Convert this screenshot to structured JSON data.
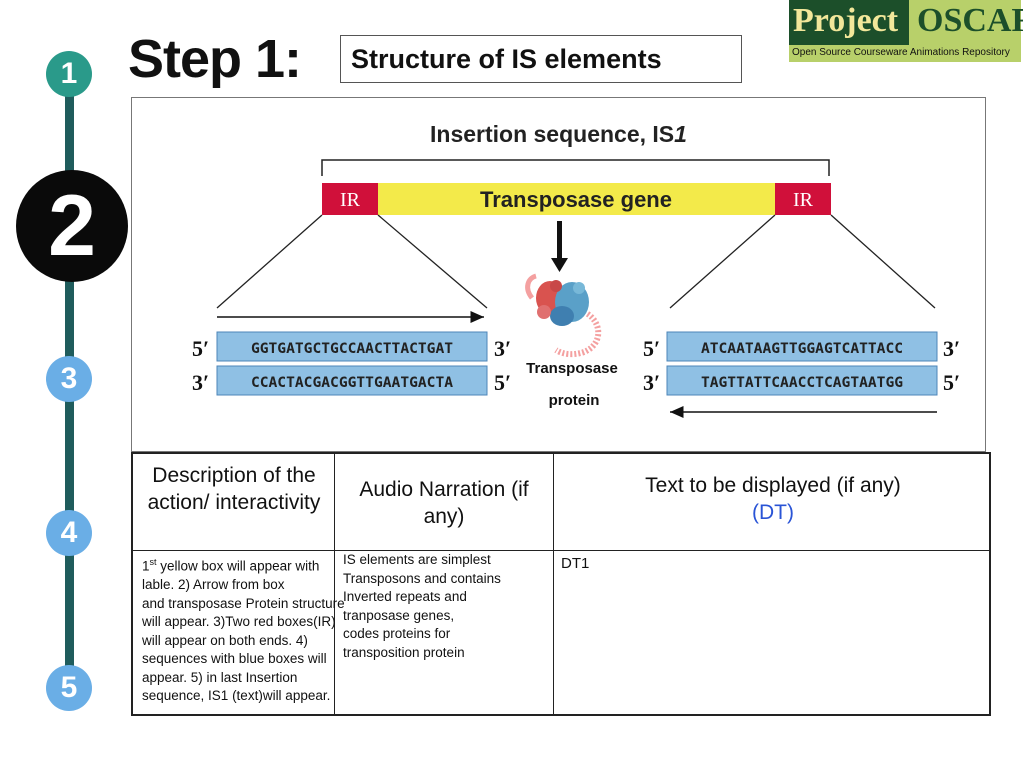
{
  "steps": [
    "1",
    "2",
    "3",
    "4",
    "5"
  ],
  "header": {
    "title": "Step 1:",
    "subtitle": "Structure of IS elements"
  },
  "logo": {
    "word1": "Project",
    "word2": "OSCAR",
    "tagline": "Open Source Courseware Animations Repository"
  },
  "figure": {
    "heading_prefix": "Insertion sequence, IS",
    "heading_num": "1",
    "ir_label": "IR",
    "gene_label": "Transposase gene",
    "protein_label_line1": "Transposase",
    "protein_label_line2": "protein",
    "prime5": "5′",
    "prime3": "3′",
    "left_top_seq": "GGTGATGCTGCCAACTTACTGAT",
    "left_bottom_seq": "CCACTACGACGGTTGAATGACTA",
    "right_top_seq": "ATCAATAAGTTGGAGTCATTACC",
    "right_bottom_seq": "TAGTTATTCAACCTCAGTAATGG",
    "colors": {
      "ir_red": "#d0103a",
      "gene_yellow": "#f3ea4a",
      "seq_blue": "#8fc0e4"
    }
  },
  "table": {
    "headers": {
      "description": "Description of the action/ interactivity",
      "audio": "Audio Narration (if any)",
      "text_display": "Text to be displayed (if any)",
      "text_display_note": "(DT)"
    },
    "row": {
      "description_sup": "st",
      "description_lead": "1",
      "description": " yellow box will  appear with lable. 2) Arrow from box\n and transposase Protein structure\n will appear. 3)Two red boxes(IR) will appear on both ends. 4) sequences with blue boxes will appear. 5) in last Insertion sequence, IS1 (text)will appear.",
      "audio": "IS elements are simplest Transposons and contains Inverted repeats and\n tranposase genes,\ncodes proteins for\n transposition protein",
      "text_display": "DT1"
    }
  }
}
